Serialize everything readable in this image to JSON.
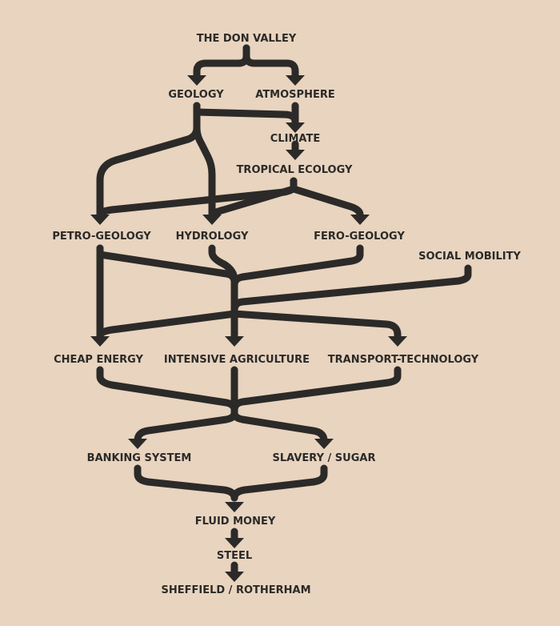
{
  "diagram": {
    "nodes": [
      {
        "id": "don_valley",
        "label": "THE DON VALLEY"
      },
      {
        "id": "geology",
        "label": "GEOLOGY"
      },
      {
        "id": "atmosphere",
        "label": "ATMOSPHERE"
      },
      {
        "id": "climate",
        "label": "CLIMATE"
      },
      {
        "id": "tropical_ecology",
        "label": "TROPICAL ECOLOGY"
      },
      {
        "id": "petro_geology",
        "label": "PETRO-GEOLOGY"
      },
      {
        "id": "hydrology",
        "label": "HYDROLOGY"
      },
      {
        "id": "fero_geology",
        "label": "FERO-GEOLOGY"
      },
      {
        "id": "social_mobility",
        "label": "SOCIAL MOBILITY"
      },
      {
        "id": "cheap_energy",
        "label": "CHEAP ENERGY"
      },
      {
        "id": "intensive_agriculture",
        "label": "INTENSIVE AGRICULTURE"
      },
      {
        "id": "transport_technology",
        "label": "TRANSPORT-TECHNOLOGY"
      },
      {
        "id": "banking_system",
        "label": "BANKING SYSTEM"
      },
      {
        "id": "slavery_sugar",
        "label": "SLAVERY / SUGAR"
      },
      {
        "id": "fluid_money",
        "label": "FLUID MONEY"
      },
      {
        "id": "steel",
        "label": "STEEL"
      },
      {
        "id": "sheffield_rotherham",
        "label": "SHEFFIELD / ROTHERHAM"
      }
    ],
    "edges": [
      {
        "from": "don_valley",
        "to": "geology"
      },
      {
        "from": "don_valley",
        "to": "atmosphere"
      },
      {
        "from": "geology",
        "to": "climate"
      },
      {
        "from": "atmosphere",
        "to": "climate"
      },
      {
        "from": "geology",
        "to": "petro_geology"
      },
      {
        "from": "geology",
        "to": "hydrology"
      },
      {
        "from": "climate",
        "to": "tropical_ecology"
      },
      {
        "from": "tropical_ecology",
        "to": "petro_geology"
      },
      {
        "from": "tropical_ecology",
        "to": "hydrology"
      },
      {
        "from": "tropical_ecology",
        "to": "fero_geology"
      },
      {
        "from": "petro_geology",
        "to": "cheap_energy"
      },
      {
        "from": "petro_geology",
        "to": "intensive_agriculture"
      },
      {
        "from": "hydrology",
        "to": "intensive_agriculture"
      },
      {
        "from": "fero_geology",
        "to": "intensive_agriculture"
      },
      {
        "from": "social_mobility",
        "to": "cheap_energy"
      },
      {
        "from": "social_mobility",
        "to": "intensive_agriculture"
      },
      {
        "from": "social_mobility",
        "to": "transport_technology"
      },
      {
        "from": "cheap_energy",
        "to": "banking_system"
      },
      {
        "from": "cheap_energy",
        "to": "slavery_sugar"
      },
      {
        "from": "intensive_agriculture",
        "to": "banking_system"
      },
      {
        "from": "intensive_agriculture",
        "to": "slavery_sugar"
      },
      {
        "from": "transport_technology",
        "to": "banking_system"
      },
      {
        "from": "transport_technology",
        "to": "slavery_sugar"
      },
      {
        "from": "banking_system",
        "to": "fluid_money"
      },
      {
        "from": "slavery_sugar",
        "to": "fluid_money"
      },
      {
        "from": "fluid_money",
        "to": "steel"
      },
      {
        "from": "steel",
        "to": "sheffield_rotherham"
      }
    ],
    "colors": {
      "background": "#e8d4bf",
      "ink": "#2b2a28"
    }
  }
}
